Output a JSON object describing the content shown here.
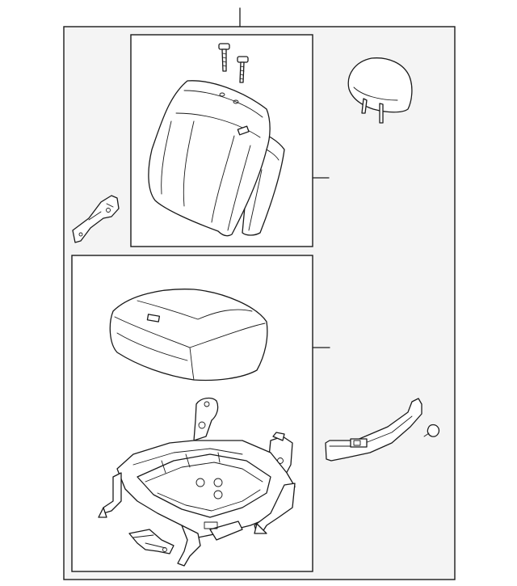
{
  "diagram": {
    "type": "exploded-parts-diagram",
    "labels": [],
    "parts": [
      {
        "id": "seat-assembly",
        "icon": "seat-assembly-icon"
      },
      {
        "id": "seat-back",
        "icon": "seat-back-cushion-icon"
      },
      {
        "id": "back-bolts",
        "icon": "bolt-icon"
      },
      {
        "id": "headrest",
        "icon": "headrest-icon"
      },
      {
        "id": "side-bracket",
        "icon": "bracket-icon"
      },
      {
        "id": "seat-cushion",
        "icon": "seat-cushion-icon"
      },
      {
        "id": "seat-frame",
        "icon": "seat-track-frame-icon"
      },
      {
        "id": "side-cover",
        "icon": "side-trim-cover-icon"
      },
      {
        "id": "clip",
        "icon": "push-clip-icon"
      }
    ],
    "colors": {
      "line": "#1a1a1a",
      "panel": "#f4f4f4",
      "box": "#ffffff"
    }
  }
}
